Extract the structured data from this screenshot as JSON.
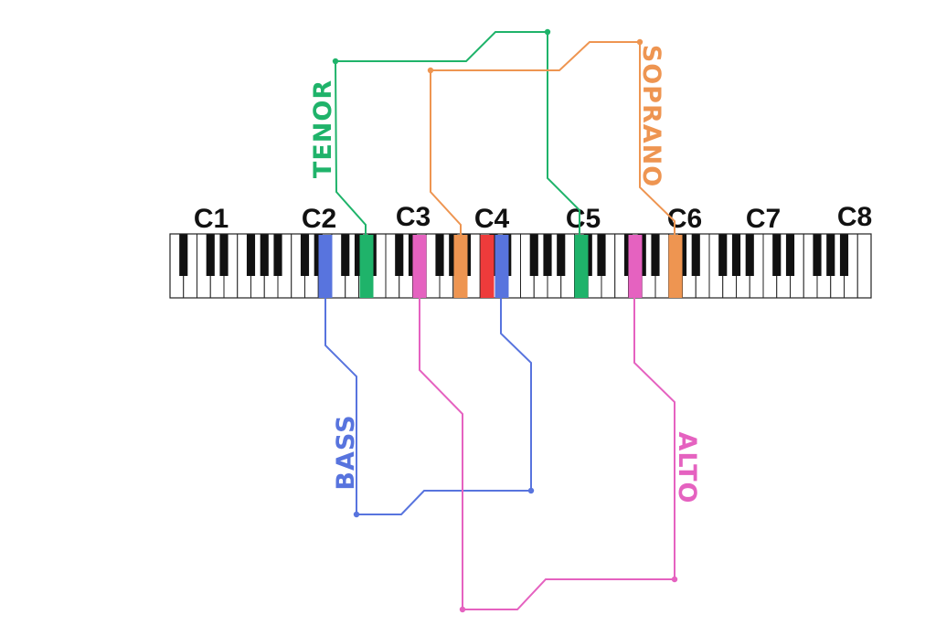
{
  "title": "",
  "octave_labels": [
    "C1",
    "C2",
    "C3",
    "C4",
    "C5",
    "C6",
    "C7",
    "C8"
  ],
  "voices": {
    "tenor": {
      "label": "TENOR",
      "color": "#1fb36a"
    },
    "soprano": {
      "label": "SOPRANO",
      "color": "#ee9551"
    },
    "bass": {
      "label": "BASS",
      "color": "#5874de"
    },
    "alto": {
      "label": "ALTO",
      "color": "#e562c0"
    }
  },
  "middle_c_color": "#ee3b3b",
  "keyboard": {
    "white_keys": 52,
    "lowest": "A0",
    "highest": "C8"
  }
}
